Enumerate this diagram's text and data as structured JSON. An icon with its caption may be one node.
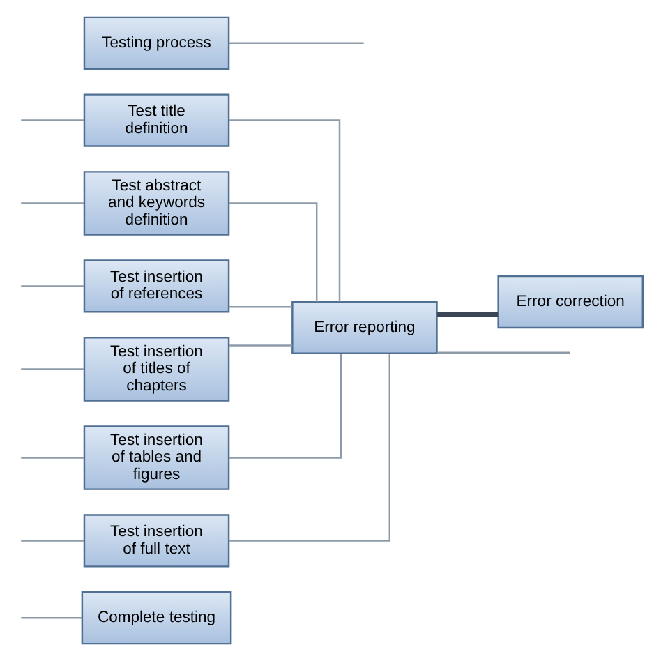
{
  "diagram": {
    "nodes": [
      {
        "text": [
          "Testing process"
        ]
      },
      {
        "text": [
          "Test title definition"
        ]
      },
      {
        "text": [
          "Test abstract and keywords definition"
        ]
      },
      {
        "text": [
          "Test insertion of references"
        ]
      },
      {
        "text": [
          "Test insertion of titles of chapters"
        ]
      },
      {
        "text": [
          "Test insertion of tables and figures"
        ]
      },
      {
        "text": [
          "Test insertion of full text"
        ]
      },
      {
        "text": [
          "Error reporting"
        ]
      },
      {
        "text": [
          "Error correction"
        ]
      },
      {
        "text": [
          "Complete testing"
        ]
      }
    ],
    "edges": [
      {
        "from": 0,
        "to": null,
        "arrow": "none"
      },
      {
        "from": null,
        "to": 1,
        "arrow": "none"
      },
      {
        "from": null,
        "to": 2,
        "arrow": "none"
      },
      {
        "from": null,
        "to": 3,
        "arrow": "none"
      },
      {
        "from": null,
        "to": 4,
        "arrow": "none"
      },
      {
        "from": null,
        "to": 5,
        "arrow": "none"
      },
      {
        "from": null,
        "to": 6,
        "arrow": "none"
      },
      {
        "from": 1,
        "to": 7,
        "arrow": "none"
      },
      {
        "from": 2,
        "to": 7,
        "arrow": "none"
      },
      {
        "from": 3,
        "to": 7,
        "arrow": "none"
      },
      {
        "from": 4,
        "to": 7,
        "arrow": "none"
      },
      {
        "from": 5,
        "to": 7,
        "arrow": "none"
      },
      {
        "from": 6,
        "to": 7,
        "arrow": "none"
      },
      {
        "from": 7,
        "to": 8,
        "arrow": "none",
        "style": "thick",
        "color": "#3a4654"
      },
      {
        "from": 7,
        "to": null,
        "arrow": "none"
      },
      {
        "from": null,
        "to": 9,
        "arrow": "none"
      }
    ]
  }
}
